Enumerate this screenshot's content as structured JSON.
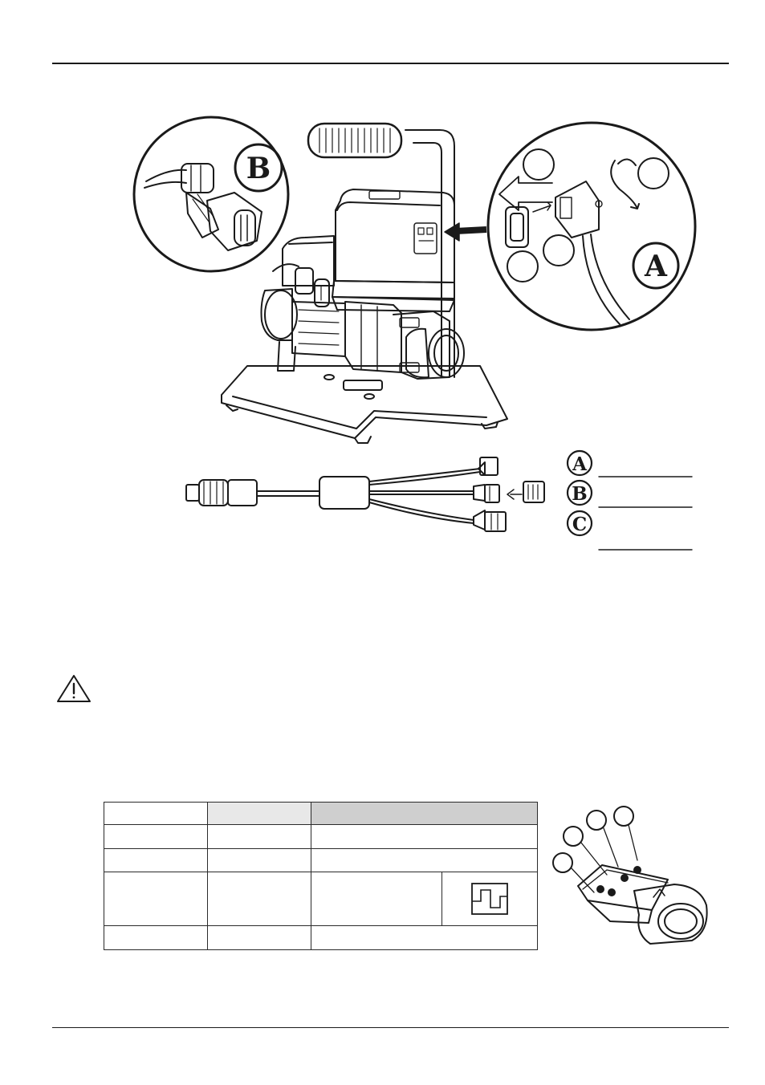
{
  "figure_a": {
    "detail_label": "A"
  },
  "figure_b": {
    "detail_label": "B"
  },
  "legend": {
    "items": [
      {
        "label": "A"
      },
      {
        "label": "B"
      },
      {
        "label": "C"
      }
    ]
  },
  "colors": {
    "ink": "#1a1a1a",
    "table_header_shade": "#cfcfcf",
    "table_cell_shade": "#e8e8e8"
  },
  "icons": {
    "warning": "warning-triangle-icon",
    "waveform": "square-wave-icon"
  }
}
